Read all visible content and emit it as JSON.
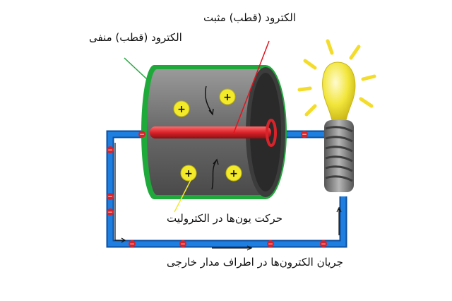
{
  "labels": {
    "positive_electrode": "الکترود (قطب) مثبت",
    "negative_electrode": "الکترود (قطب) منفی",
    "ion_movement": "حرکت یون‌ها در الکترولیت",
    "electron_current": "جریان الکترون‌ها در اطراف مدار خارجی"
  },
  "symbols": {
    "ion_sign": "+",
    "electron_sign": "−"
  },
  "colors": {
    "wire": "#1e7fe0",
    "wire_edge": "#0b4fa0",
    "negative_electrode": "#1fa93b",
    "cell_body": "#7a7a7a",
    "cell_end": "#3c3c3c",
    "positive_electrode": "#d9232a",
    "ion_fill": "#f3ea2a",
    "electron_fill": "#d9232a",
    "bulb_glass": "#f2e63c",
    "bulb_rays": "#f4dc2a",
    "bulb_base": "#8a8a8a",
    "pointer_line": "#e0141e"
  }
}
